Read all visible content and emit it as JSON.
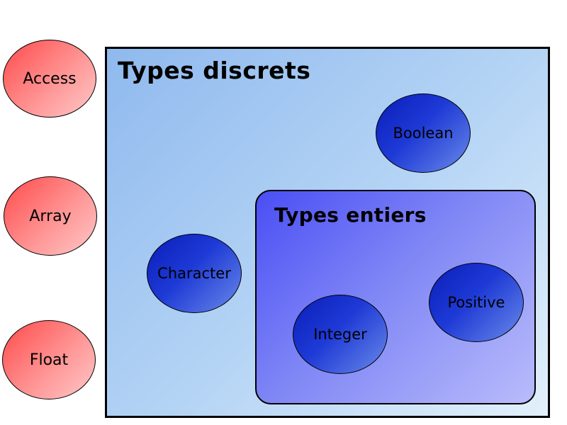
{
  "outside_types": [
    {
      "label": "Access"
    },
    {
      "label": "Array"
    },
    {
      "label": "Float"
    }
  ],
  "discrete_group": {
    "title": "Types discrets",
    "members": {
      "boolean": "Boolean",
      "character": "Character"
    }
  },
  "integer_group": {
    "title": "Types entiers",
    "members": {
      "integer": "Integer",
      "positive": "Positive"
    }
  },
  "colors": {
    "outside_fill": "#ff7a7a",
    "member_fill": "#1e3ad6",
    "discrete_fill": "#b6d5f5",
    "integer_fill": "#7f86f5"
  }
}
